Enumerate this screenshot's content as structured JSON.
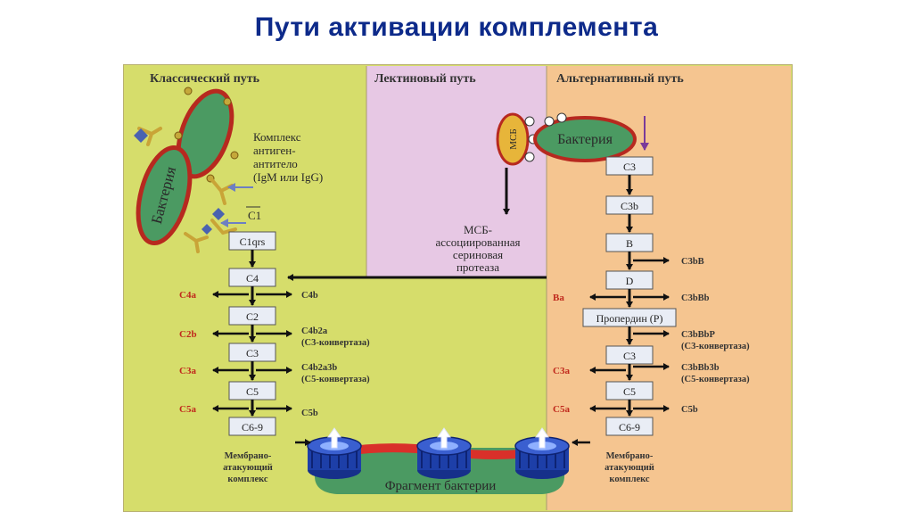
{
  "slide": {
    "title": "Пути активации комплемента"
  },
  "diagram": {
    "columns": {
      "classical": "Классический путь",
      "lectin": "Лектиновый путь",
      "alternative": "Альтернативный путь"
    },
    "classical": {
      "bacterium": "Бактерия",
      "complex": [
        "Комплекс",
        "антиген-",
        "антитело",
        "(IgM или IgG)"
      ],
      "c1": "C1",
      "boxes": [
        "C1qrs",
        "C4",
        "C2",
        "C3",
        "C5",
        "C6-9"
      ],
      "left_products": [
        "C4a",
        "C2b",
        "C3a",
        "C5a"
      ],
      "right_products": [
        "C4b",
        "C4b2a",
        "(C3-конвертаза)",
        "C4b2a3b",
        "(C5-конвертаза)",
        "C5b"
      ],
      "mac": [
        "Мембрано-",
        "атакующий",
        "комплекс"
      ]
    },
    "lectin": {
      "msb": "МСБ",
      "protease": [
        "МСБ-",
        "ассоциированная",
        "сериновая",
        "протеаза"
      ]
    },
    "alternative": {
      "bacterium": "Бактерия",
      "boxes": [
        "C3",
        "C3b",
        "B",
        "D",
        "Пропердин (P)",
        "C3",
        "C5",
        "C6-9"
      ],
      "left_products": [
        "Ba",
        "C3a",
        "C5a"
      ],
      "right_products": [
        "C3bB",
        "C3bBb",
        "C3bBbP",
        "(C3-конвертаза)",
        "C3bBb3b",
        "(C5-конвертаза)",
        "C5b"
      ],
      "mac": [
        "Мембрано-",
        "атакующий",
        "комплекс"
      ]
    },
    "bottom": {
      "fragment": "Фрагмент бактерии"
    },
    "colors": {
      "classical_bg": "#d6dd6b",
      "lectin_bg": "#e7c8e4",
      "alternative_bg": "#f5c590",
      "bacterium": "#4b9a62",
      "bacterium_border": "#b7291f",
      "box_fill": "#e9edf5",
      "pore": "#1d3fa8",
      "membrane": "#d9302a"
    }
  }
}
